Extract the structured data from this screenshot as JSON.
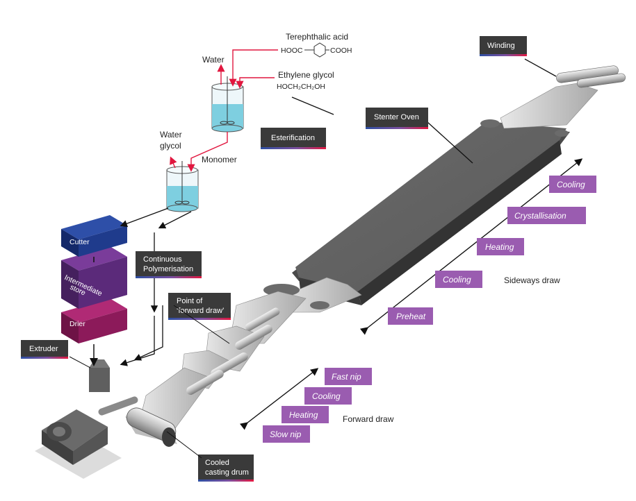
{
  "chemistry": {
    "terephthalic_acid": "Terephthalic acid",
    "tpa_formula_left": "HOOC",
    "tpa_formula_right": "COOH",
    "ethylene_glycol": "Ethylene glycol",
    "eg_formula": "HOCH₂CH₂OH",
    "water_top": "Water",
    "water_mid": "Water",
    "glycol": "glycol",
    "monomer": "Monomer"
  },
  "labels": {
    "winding": "Winding",
    "stenter_oven": "Stenter Oven",
    "esterification": "Esterification",
    "continuous_poly_1": "Continuous",
    "continuous_poly_2": "Polymerisation",
    "forward_point_1": "Point of",
    "forward_point_2": "‘forward draw’",
    "extruder": "Extruder",
    "cooled_drum_1": "Cooled",
    "cooled_drum_2": "casting drum"
  },
  "stack": {
    "cutter": "Cutter",
    "intermediate_1": "Intermediate",
    "intermediate_2": "store",
    "drier": "Drier"
  },
  "sideways": {
    "title": "Sideways draw",
    "phases": [
      "Cooling",
      "Crystallisation",
      "Heating",
      "Cooling",
      "Preheat"
    ]
  },
  "forward": {
    "title": "Forward draw",
    "phases": [
      "Fast nip",
      "Cooling",
      "Heating",
      "Slow nip"
    ]
  },
  "colors": {
    "phase_purple": "#9a5cb0",
    "label_dark": "#3a3a3a",
    "accent_red": "#e1173f",
    "accent_blue": "#2d4fa1",
    "cutter_blue": "#1f3b8c",
    "store_purple": "#5b2a7a",
    "drier_magenta": "#8c1a5a",
    "liquid_cyan": "#7ecfe0"
  }
}
